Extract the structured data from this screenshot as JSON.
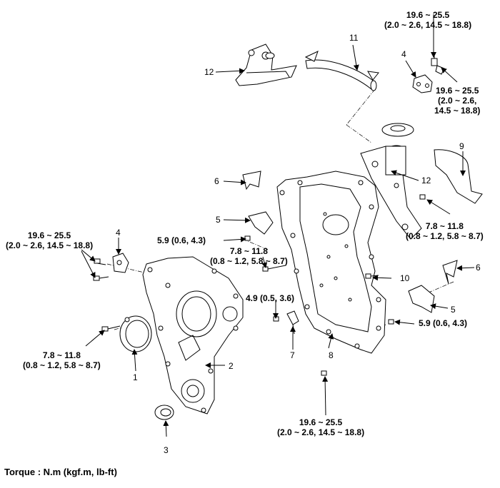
{
  "callouts": {
    "p1": "1",
    "p2": "2",
    "p3": "3",
    "p4a": "4",
    "p4b": "4",
    "p5a": "5",
    "p5b": "5",
    "p6a": "6",
    "p6b": "6",
    "p7": "7",
    "p8": "8",
    "p9": "9",
    "p10": "10",
    "p11": "11",
    "p12a": "12",
    "p12b": "12"
  },
  "torque": {
    "top_right_a": [
      "19.6 ~ 25.5",
      "(2.0 ~ 2.6, 14.5 ~ 18.8)"
    ],
    "top_right_b": [
      "19.6 ~ 25.5",
      "(2.0 ~ 2.6,",
      "14.5 ~ 18.8)"
    ],
    "right_mid": [
      "7.8 ~ 11.8",
      "(0.8 ~ 1.2, 5.8 ~ 8.7)"
    ],
    "center_a": "5.9 (0.6, 4.3)",
    "center_b": [
      "7.8 ~ 11.8",
      "(0.8 ~ 1.2, 5.8 ~ 8.7)"
    ],
    "left_top": [
      "19.6 ~ 25.5",
      "(2.0 ~ 2.6, 14.5 ~ 18.8)"
    ],
    "left_bottom": [
      "7.8 ~ 11.8",
      "(0.8 ~ 1.2, 5.8 ~ 8.7)"
    ],
    "center_c": "4.9 (0.5, 3.6)",
    "right_low": "5.9 (0.6, 4.3)",
    "bottom": [
      "19.6 ~ 25.5",
      "(2.0 ~ 2.6, 14.5 ~ 18.8)"
    ]
  },
  "footer": "Torque : N.m (kgf.m, lb-ft)"
}
